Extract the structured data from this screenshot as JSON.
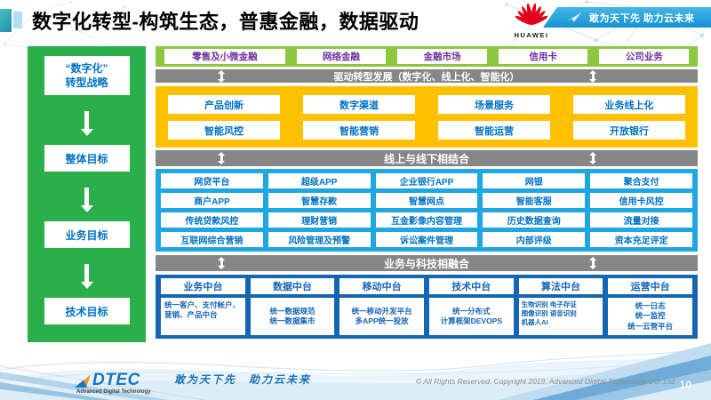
{
  "title": "数字化转型-构筑生态，普惠金融，数据驱动",
  "header": {
    "logo": "HUAWEI",
    "slogan": "敢为天下先 助力云未来"
  },
  "sidebar": {
    "strategy": "“数字化”\n转型战略",
    "goals": [
      "整体目标",
      "业务目标",
      "技术目标"
    ]
  },
  "main": {
    "business_lines": [
      "零售及小微金融",
      "网络金融",
      "金融市场",
      "信用卡",
      "公司业务"
    ],
    "banner_drive": "驱动转型发展（数字化、线上化、智能化）",
    "capabilities": [
      "产品创新",
      "数字渠道",
      "场景服务",
      "业务线上化",
      "智能风控",
      "智能营销",
      "智能运营",
      "开放银行"
    ],
    "banner_online_offline": "线上与线下相结合",
    "systems": [
      "网贷平台",
      "超级APP",
      "企业银行APP",
      "网银",
      "聚合支付",
      "商户APP",
      "智慧存款",
      "智慧网点",
      "智能客服",
      "信用卡风控",
      "传统贷款风控",
      "理财营销",
      "互金影像内容管理",
      "历史数据查询",
      "流量对接",
      "互联网综合营销",
      "风险管理及预警",
      "诉讼案件管理",
      "内部评级",
      "资本充足评定"
    ],
    "banner_tech": "业务与科技相融合",
    "platforms": [
      {
        "title": "业务中台",
        "detail": "统一客户、支付帐户、营销、产品中台"
      },
      {
        "title": "数据中台",
        "detail": "统一数据规范\n统一数据集市"
      },
      {
        "title": "移动中台",
        "detail": "统一移动开发平台\n多APP统一投放"
      },
      {
        "title": "技术中台",
        "detail": "统一分布式\n计算框架DEVOPS"
      },
      {
        "title": "算法中台",
        "detail": "生物识别 电子存证\n图像识别 语音识别\n机器人AI"
      },
      {
        "title": "运营中台",
        "detail": "统一日志\n统一监控\n统一云管平台"
      }
    ]
  },
  "footer": {
    "logo": "DTEC",
    "logo_sub": "Advanced Digital Technology",
    "slogan": "敢为天下先　助力云未来",
    "copyright": "© All Rights Reserved. Copyright 2019, Advanced Digital Technology CO.,Ltd",
    "page": "10"
  },
  "colors": {
    "sidebar_green": "#2ab04a",
    "light_green": "#8dc63f",
    "yellow": "#ffc000",
    "sky_blue": "#1ea7e2",
    "dark_blue": "#1565b5",
    "gray_banner": "#868686",
    "purple_text": "#7030a0",
    "blue_text": "#0073c4",
    "huawei_red": "#e2001a",
    "accent_blue": "#1b75bb"
  }
}
